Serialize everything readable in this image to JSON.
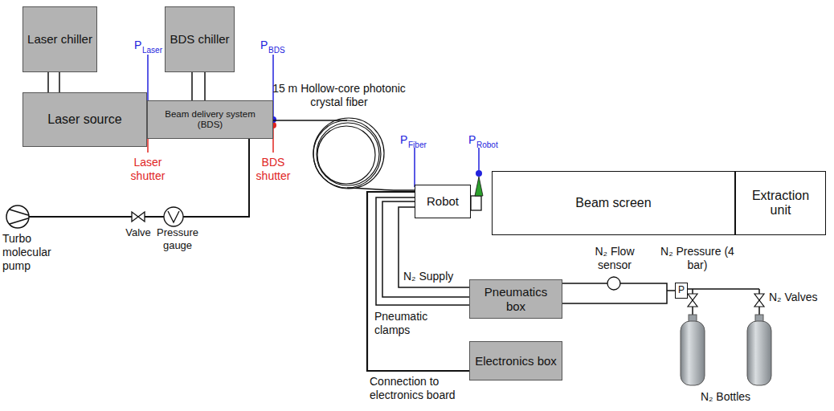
{
  "diagram": {
    "nodes": [
      {
        "text": [
          "Laser chiller"
        ]
      },
      {
        "text": [
          "BDS chiller"
        ]
      },
      {
        "text": [
          "Laser source"
        ]
      },
      {
        "text": [
          "Beam delivery system (BDS)"
        ]
      },
      {
        "text": [
          "Robot"
        ]
      },
      {
        "text": [
          "Beam screen"
        ]
      },
      {
        "text": [
          "Extraction unit"
        ]
      },
      {
        "text": [
          "Pneumatics box"
        ]
      },
      {
        "text": [
          "P"
        ]
      },
      {
        "text": [
          "Electronics box"
        ]
      }
    ],
    "edges": [
      {
        "from": 0,
        "to": 2,
        "arrow": "none"
      },
      {
        "from": 1,
        "to": 3,
        "arrow": "none"
      },
      {
        "from": 3,
        "to": 4,
        "arrow": "none"
      },
      {
        "from": 4,
        "to": 7,
        "label": "N₂ Supply",
        "arrow": "none"
      },
      {
        "from": 4,
        "to": 7,
        "label": "Pneumatic clamps",
        "arrow": "none"
      },
      {
        "from": 4,
        "to": 9,
        "label": "Connection to electronics board",
        "arrow": "none"
      },
      {
        "from": 7,
        "to": 8,
        "arrow": "none"
      }
    ],
    "labels": [
      "P",
      "Laser",
      "P",
      "BDS",
      "Laser shutter",
      "BDS shutter",
      "15 m Hollow-core photonic crystal fiber",
      "P",
      "Fiber",
      "P",
      "Robot",
      "Turbo molecular pump",
      "Valve",
      "Pressure gauge",
      "N₂ Flow sensor",
      "N₂ Pressure (4 bar)",
      "N₂ Valves",
      "N₂ Bottles"
    ]
  }
}
